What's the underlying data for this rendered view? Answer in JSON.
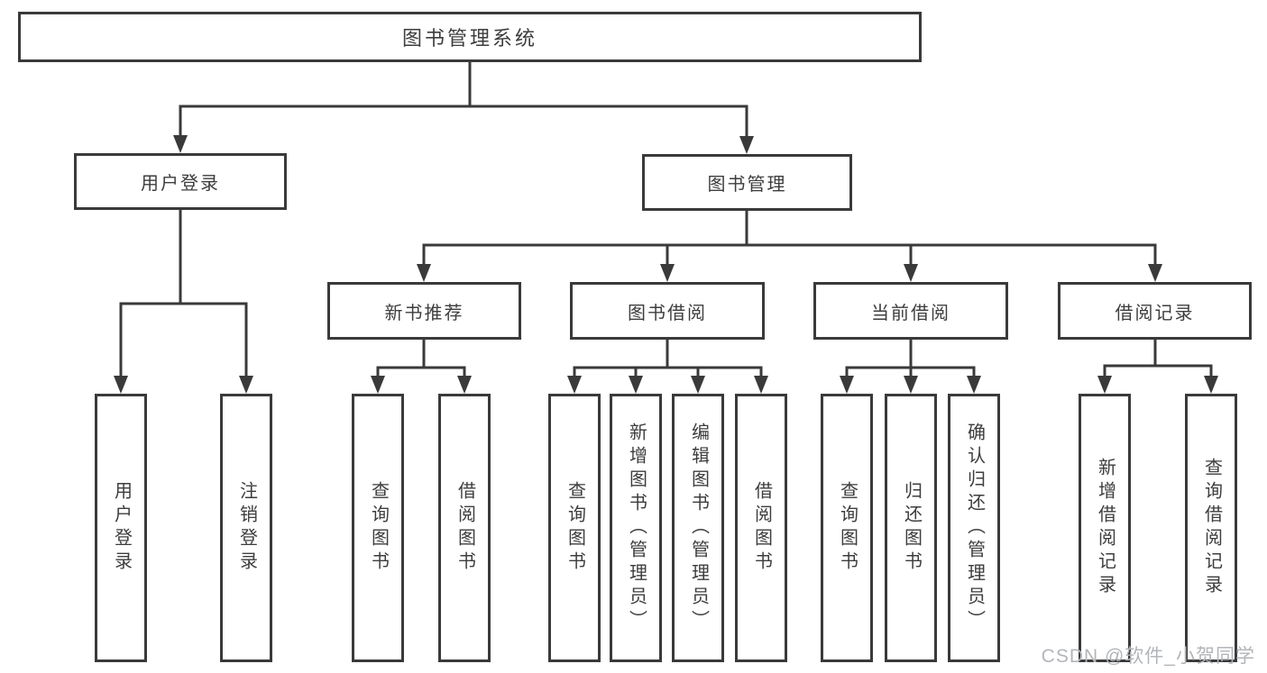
{
  "diagram": {
    "root": "图书管理系统",
    "branches": [
      {
        "label": "用户登录",
        "children": [
          "用户登录",
          "注销登录"
        ]
      },
      {
        "label": "图书管理",
        "groups": [
          {
            "label": "新书推荐",
            "children": [
              "查询图书",
              "借阅图书"
            ]
          },
          {
            "label": "图书借阅",
            "children": [
              "查询图书",
              "新增图书（管理员）",
              "编辑图书（管理员）",
              "借阅图书"
            ]
          },
          {
            "label": "当前借阅",
            "children": [
              "查询图书",
              "归还图书",
              "确认归还（管理员）"
            ]
          },
          {
            "label": "借阅记录",
            "children": [
              "新增借阅记录",
              "查询借阅记录"
            ]
          }
        ]
      }
    ]
  },
  "watermark": "CSDN @软件_小贺同学",
  "colors": {
    "line": "#3a3a3a",
    "text": "#3d3d3d",
    "background": "#ffffff",
    "watermark": "#b2b5b9"
  }
}
